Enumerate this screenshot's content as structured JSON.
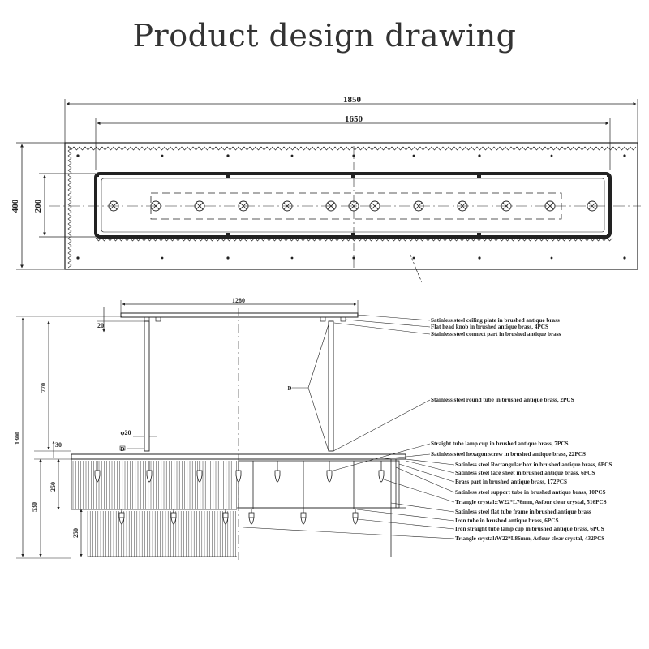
{
  "title": "Product design drawing",
  "top_view": {
    "dims": {
      "overall_length": "1850",
      "inner_length": "1650",
      "overall_width": "400",
      "inner_width": "200"
    }
  },
  "side_view": {
    "dims": {
      "plate_length": "1280",
      "plate_gap": "20",
      "rod_length": "770",
      "total_height": "1300",
      "tube_dia": "φ20",
      "box_top": "30",
      "tier_height_a": "250",
      "body_height": "530",
      "tier_height_b": "250",
      "marker_d": "D",
      "marker_d2": "D"
    },
    "callouts": [
      "Satinless steel ceiling plate in brushed antique brass",
      "Flat head knob in brushed antique brass, 4PCS",
      "Stainless steel connect part in brushed antique brass",
      "Stainless steel round tube in brushed antique brass, 2PCS",
      "Straight tube lamp cup in brushed antique brass, 7PCS",
      "Satinless steel hexagon screw in brushed antique brass, 22PCS",
      "Satinless steel Rectangular box in brushed antique brass, 6PCS",
      "Satinless steel face sheet in brushed antique brass, 6PCS",
      "Brass part in brushed antique brass, 172PCS",
      "Satinless steel support tube in brushed antique brass, 10PCS",
      "Triangle crystal::W22*L76mm, Asfour clear crystal, 516PCS",
      "Satinless steel flat tube frame in brushed antique brass",
      "Iron tube in brushed antique brass, 6PCS",
      "Iron straight tube lamp cup in brushed antique brass, 6PCS",
      "Triangle crystal:W22*L86mm, Asfour clear crystal, 432PCS"
    ]
  }
}
